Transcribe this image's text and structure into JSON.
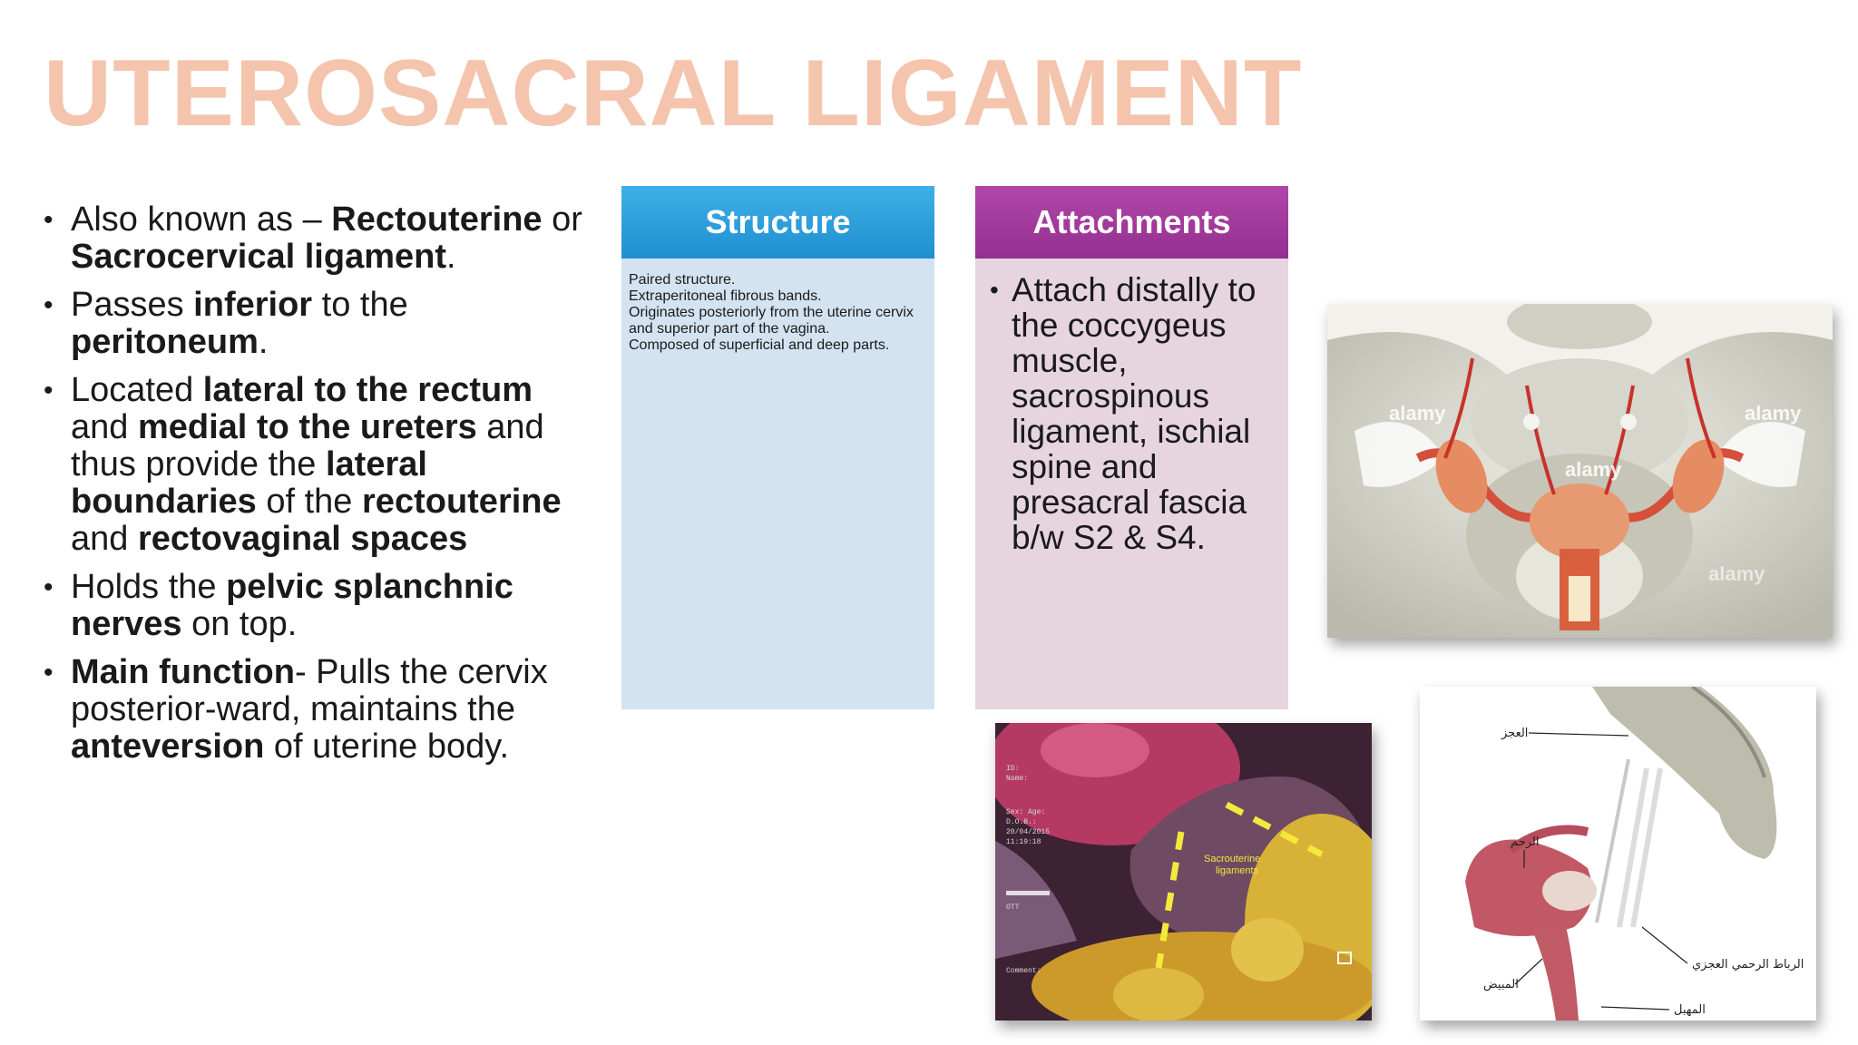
{
  "title": "UTEROSACRAL LIGAMENT",
  "left_bullets": [
    [
      {
        "t": "Also known as – ",
        "b": false
      },
      {
        "t": "Rectouterine",
        "b": true
      },
      {
        "t": " or ",
        "b": false
      },
      {
        "t": "Sacrocervical ligament",
        "b": true
      },
      {
        "t": ".",
        "b": false
      }
    ],
    [
      {
        "t": "Passes ",
        "b": false
      },
      {
        "t": "inferior",
        "b": true
      },
      {
        "t": " to the ",
        "b": false
      },
      {
        "t": "peritoneum",
        "b": true
      },
      {
        "t": ".",
        "b": false
      }
    ],
    [
      {
        "t": "Located ",
        "b": false
      },
      {
        "t": "lateral to the rectum",
        "b": true
      },
      {
        "t": " and ",
        "b": false
      },
      {
        "t": "medial to the ureters",
        "b": true
      },
      {
        "t": " and thus provide the ",
        "b": false
      },
      {
        "t": "lateral boundaries",
        "b": true
      },
      {
        "t": " of the ",
        "b": false
      },
      {
        "t": "rectouterine",
        "b": true
      },
      {
        "t": " and ",
        "b": false
      },
      {
        "t": "rectovaginal spaces",
        "b": true
      }
    ],
    [
      {
        "t": "Holds the ",
        "b": false
      },
      {
        "t": "pelvic splanchnic nerves",
        "b": true
      },
      {
        "t": " on top.",
        "b": false
      }
    ],
    [
      {
        "t": "Main function",
        "b": true
      },
      {
        "t": "- Pulls the cervix posterior-ward, maintains the ",
        "b": false
      },
      {
        "t": "anteversion",
        "b": true
      },
      {
        "t": " of uterine body.",
        "b": false
      }
    ]
  ],
  "structure_card": {
    "heading": "Structure",
    "items": [
      "Paired structure.",
      "Extraperitoneal fibrous bands.",
      "Originates posteriorly from the uterine cervix and superior part of the vagina.",
      "Composed of superficial and deep parts."
    ]
  },
  "attachments_card": {
    "heading": "Attachments",
    "items": [
      "Attach distally to the coccygeus muscle, sacrospinous ligament, ischial spine and presacral fascia b/w S2 & S4."
    ]
  },
  "pelvis_image": {
    "watermarks": [
      "alamy",
      "alamy",
      "alamy",
      "alamy"
    ]
  },
  "laparoscopy_image": {
    "label_line1": "Sacrouterine",
    "label_line2": "ligaments",
    "overlay_lines": [
      "ID:",
      "Name:",
      "Sex:   Age:",
      "D.O.B.:",
      "20/04/2015",
      "11:19:18",
      "OTT",
      "Comment:"
    ]
  },
  "arabic_diagram": {
    "labels": {
      "sacrum": "العجز",
      "uterus": "الرحم",
      "ligament": "الرباط الرحمي العجزي",
      "ovary": "المبيض",
      "vagina": "المهبل"
    }
  },
  "colors": {
    "title": "#f4c4ad",
    "structure_header": "#2ea0dc",
    "structure_body": "#d3e3f1",
    "attachments_header": "#a0359a",
    "attachments_body": "#e6d5df"
  }
}
